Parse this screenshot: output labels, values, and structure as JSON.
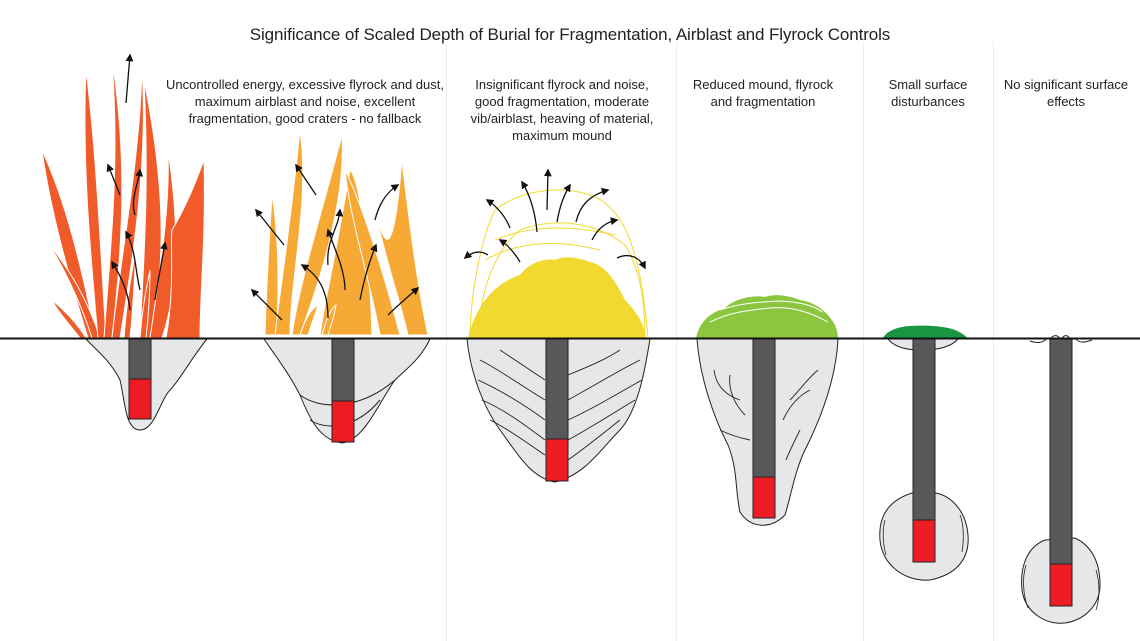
{
  "title": "Significance of Scaled Depth of Burial for Fragmentation, Airblast and Flyrock Controls",
  "colors": {
    "flame_red_orange": "#f15a29",
    "flame_orange": "#f7a935",
    "mound_yellow": "#f2d930",
    "mound_lime": "#8cc63f",
    "mound_green": "#1a9641",
    "stemming": "#58585a",
    "charge": "#ed1c24",
    "crater": "#e6e7e8",
    "ground": "#111111"
  },
  "scenarios": [
    {
      "id": "uncontrolled",
      "caption": "Uncontrolled energy, excessive flyrock and dust, maximum airblast and noise, excellent fragmentation, good craters - no fallback",
      "surface_effect": "flames-red-orange"
    },
    {
      "id": "uncontrolled-2",
      "caption": "",
      "surface_effect": "flames-orange"
    },
    {
      "id": "insignificant",
      "caption": "Insignificant flyrock and noise, good fragmentation, moderate vib/airblast, heaving of material, maximum mound",
      "surface_effect": "mound-yellow"
    },
    {
      "id": "reduced",
      "caption": "Reduced mound, flyrock and fragmentation",
      "surface_effect": "mound-lime"
    },
    {
      "id": "small",
      "caption": "Small surface disturbances",
      "surface_effect": "mound-green"
    },
    {
      "id": "none",
      "caption": "No significant surface effects",
      "surface_effect": "none"
    }
  ]
}
